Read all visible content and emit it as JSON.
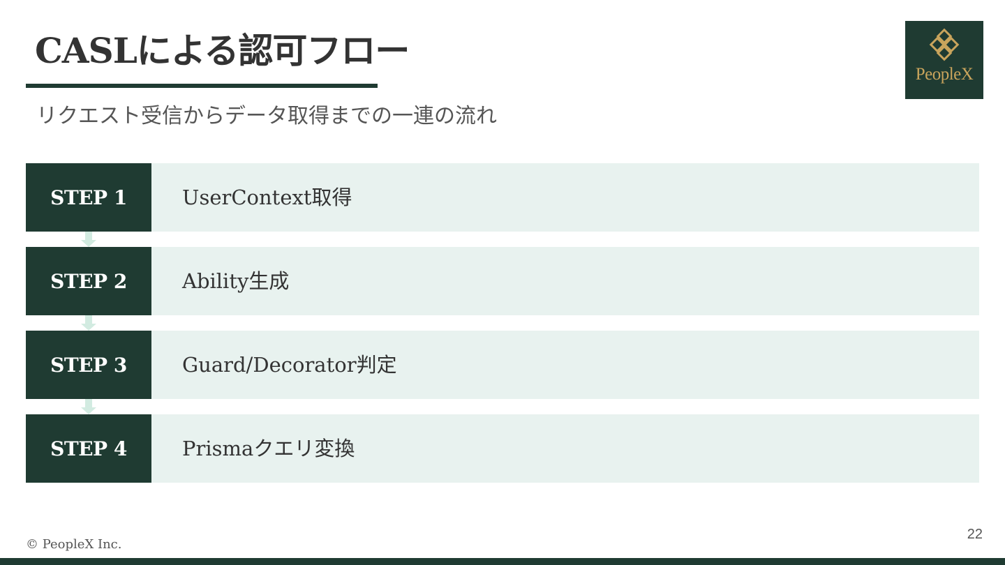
{
  "header": {
    "title": "CASLによる認可フロー",
    "subtitle": "リクエスト受信からデータ取得までの一連の流れ"
  },
  "logo": {
    "text": "PeopleX",
    "icon": "diamond-lattice-icon"
  },
  "steps": [
    {
      "label": "STEP 1",
      "text": "UserContext取得"
    },
    {
      "label": "STEP 2",
      "text": "Ability生成"
    },
    {
      "label": "STEP 3",
      "text": "Guard/Decorator判定"
    },
    {
      "label": "STEP 4",
      "text": "Prismaクエリ変換"
    }
  ],
  "footer": {
    "copyright": "© PeopleX Inc.",
    "page_number": "22"
  },
  "colors": {
    "primary": "#1f3b32",
    "row_background": "#e8f2ef",
    "arrow": "#d2ebe1",
    "logo_gold": "#c9a45c"
  }
}
